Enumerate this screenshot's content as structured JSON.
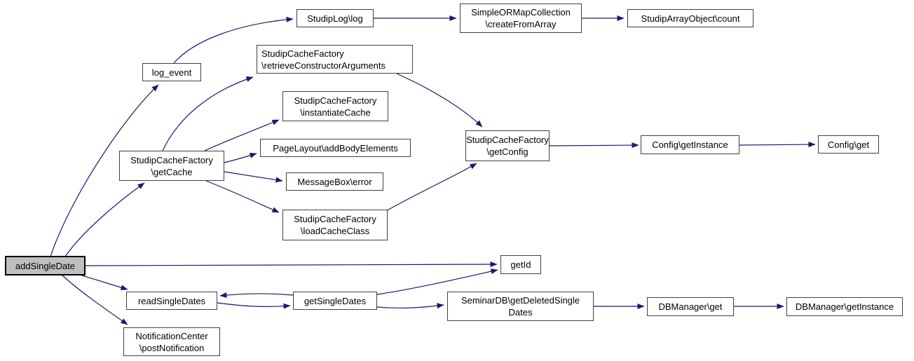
{
  "diagram": {
    "type": "doxygen-call-graph",
    "edge_color": "#191970",
    "node_border_color": "#404040",
    "node_fill": "#ffffff",
    "highlight_fill": "#bfbfbf",
    "nodes": {
      "addSingleDate": {
        "label": "addSingleDate",
        "lines": [
          "addSingleDate"
        ],
        "highlighted": true
      },
      "logEvent": {
        "label": "log_event",
        "lines": [
          "log_event"
        ]
      },
      "studipLog": {
        "label": "StudipLog\\log",
        "lines": [
          "StudipLog\\log"
        ]
      },
      "createFromArray": {
        "label": "SimpleORMapCollection\\createFromArray",
        "lines": [
          "SimpleORMapCollection",
          "\\createFromArray"
        ]
      },
      "arrayCount": {
        "label": "StudipArrayObject\\count",
        "lines": [
          "StudipArrayObject\\count"
        ]
      },
      "retrieveArgs": {
        "label": "StudipCacheFactory\\retrieveConstructorArguments",
        "lines": [
          "StudipCacheFactory",
          "\\retrieveConstructorArguments"
        ]
      },
      "instantiateCache": {
        "label": "StudipCacheFactory\\instantiateCache",
        "lines": [
          "StudipCacheFactory",
          "\\instantiateCache"
        ]
      },
      "pageLayout": {
        "label": "PageLayout\\addBodyElements",
        "lines": [
          "PageLayout\\addBodyElements"
        ]
      },
      "getCache": {
        "label": "StudipCacheFactory\\getCache",
        "lines": [
          "StudipCacheFactory",
          "\\getCache"
        ]
      },
      "messageBox": {
        "label": "MessageBox\\error",
        "lines": [
          "MessageBox\\error"
        ]
      },
      "loadCacheClass": {
        "label": "StudipCacheFactory\\loadCacheClass",
        "lines": [
          "StudipCacheFactory",
          "\\loadCacheClass"
        ]
      },
      "getConfig": {
        "label": "StudipCacheFactory\\getConfig",
        "lines": [
          "StudipCacheFactory",
          "\\getConfig"
        ]
      },
      "configGetInstance": {
        "label": "Config\\getInstance",
        "lines": [
          "Config\\getInstance"
        ]
      },
      "configGet": {
        "label": "Config\\get",
        "lines": [
          "Config\\get"
        ]
      },
      "getId": {
        "label": "getId",
        "lines": [
          "getId"
        ]
      },
      "readSingleDates": {
        "label": "readSingleDates",
        "lines": [
          "readSingleDates"
        ]
      },
      "getSingleDates": {
        "label": "getSingleDates",
        "lines": [
          "getSingleDates"
        ]
      },
      "seminarDb": {
        "label": "SeminarDB\\getDeletedSingleDates",
        "lines": [
          "SeminarDB\\getDeletedSingle",
          "Dates"
        ]
      },
      "dbGet": {
        "label": "DBManager\\get",
        "lines": [
          "DBManager\\get"
        ]
      },
      "dbGetInstance": {
        "label": "DBManager\\getInstance",
        "lines": [
          "DBManager\\getInstance"
        ]
      },
      "postNotification": {
        "label": "NotificationCenter\\postNotification",
        "lines": [
          "NotificationCenter",
          "\\postNotification"
        ]
      }
    },
    "edges": [
      {
        "from": "addSingleDate",
        "to": "logEvent"
      },
      {
        "from": "addSingleDate",
        "to": "getCache"
      },
      {
        "from": "addSingleDate",
        "to": "getId"
      },
      {
        "from": "addSingleDate",
        "to": "readSingleDates"
      },
      {
        "from": "addSingleDate",
        "to": "postNotification"
      },
      {
        "from": "logEvent",
        "to": "studipLog"
      },
      {
        "from": "studipLog",
        "to": "createFromArray"
      },
      {
        "from": "createFromArray",
        "to": "arrayCount"
      },
      {
        "from": "getCache",
        "to": "retrieveArgs"
      },
      {
        "from": "getCache",
        "to": "instantiateCache"
      },
      {
        "from": "getCache",
        "to": "pageLayout"
      },
      {
        "from": "getCache",
        "to": "messageBox"
      },
      {
        "from": "getCache",
        "to": "loadCacheClass"
      },
      {
        "from": "retrieveArgs",
        "to": "getConfig"
      },
      {
        "from": "loadCacheClass",
        "to": "getConfig"
      },
      {
        "from": "getConfig",
        "to": "configGetInstance"
      },
      {
        "from": "configGetInstance",
        "to": "configGet"
      },
      {
        "from": "getSingleDates",
        "to": "readSingleDates"
      },
      {
        "from": "readSingleDates",
        "to": "getSingleDates"
      },
      {
        "from": "getSingleDates",
        "to": "getId"
      },
      {
        "from": "getSingleDates",
        "to": "seminarDb"
      },
      {
        "from": "seminarDb",
        "to": "dbGet"
      },
      {
        "from": "dbGet",
        "to": "dbGetInstance"
      }
    ]
  }
}
